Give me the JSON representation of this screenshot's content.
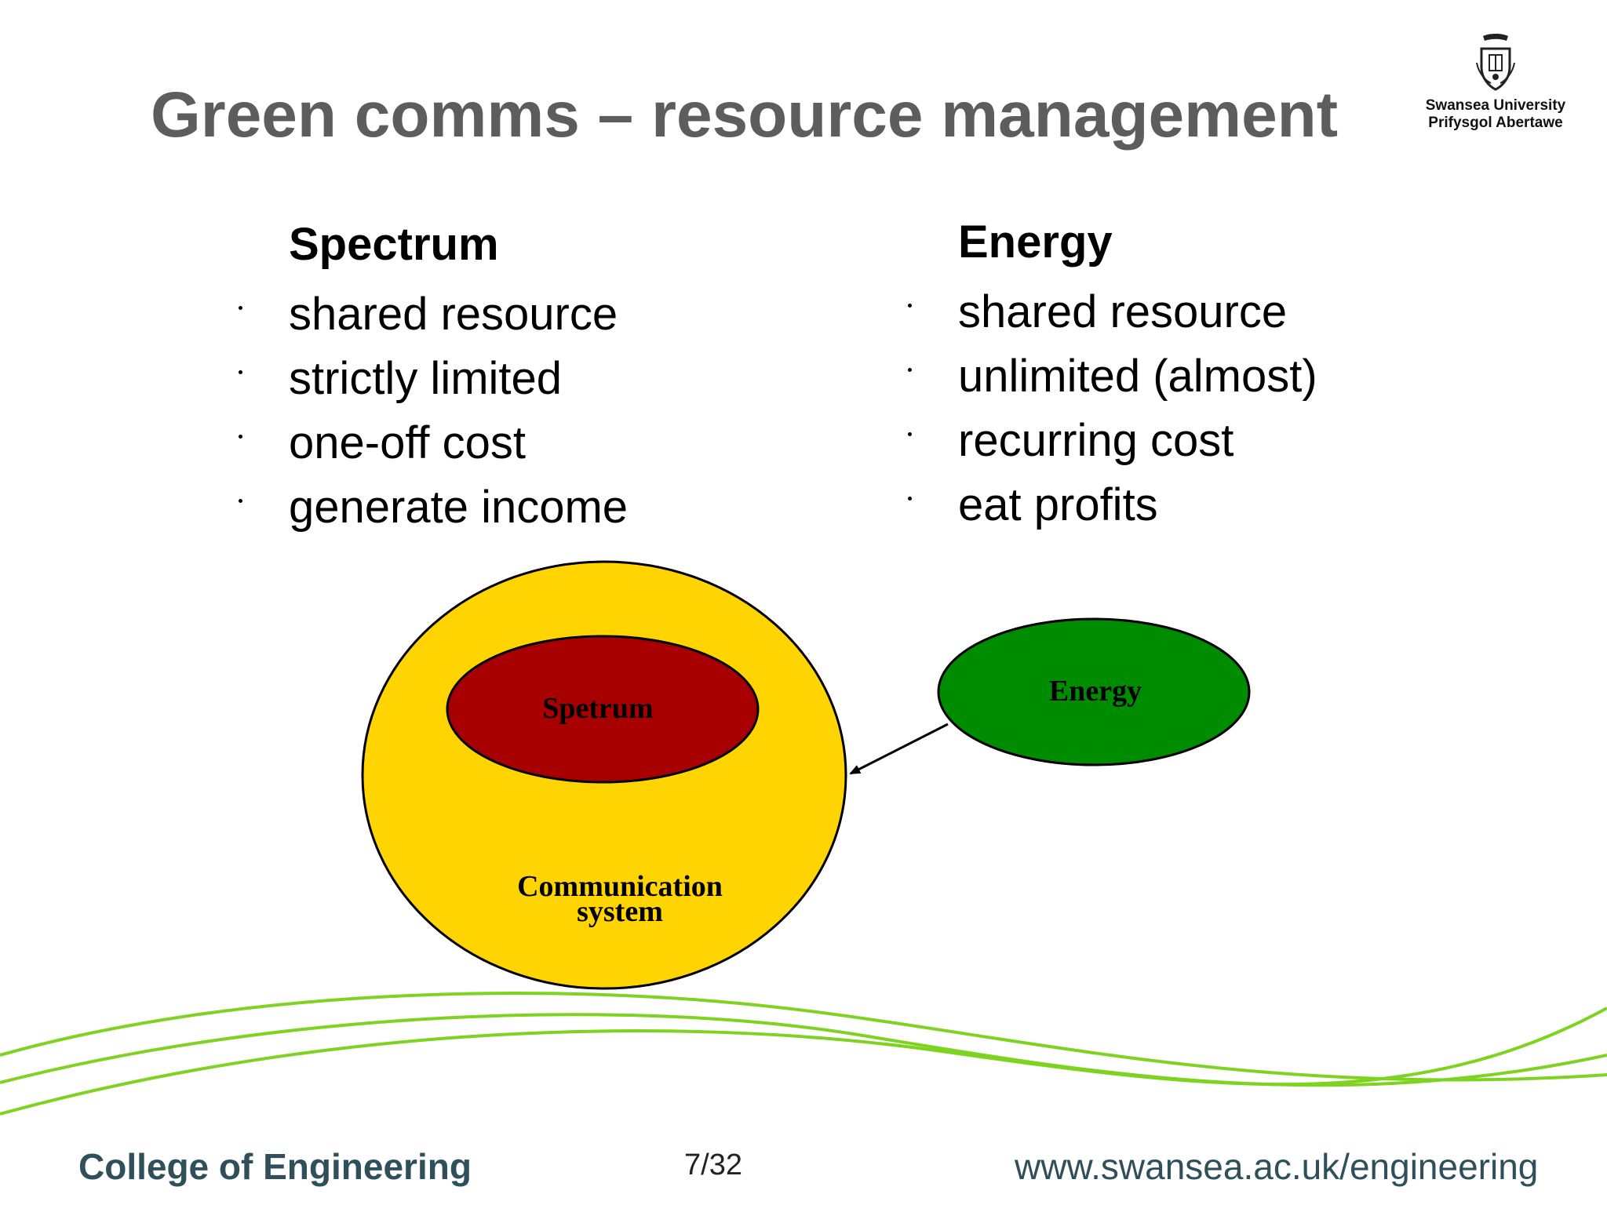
{
  "slide": {
    "title": "Green comms – resource management",
    "logo": {
      "line1": "Swansea University",
      "line2": "Prifysgol Abertawe",
      "icon": "university-crest-icon"
    },
    "left_column": {
      "heading": "Spectrum",
      "bullets": [
        "shared resource",
        "strictly limited",
        "one-off cost",
        "generate income"
      ]
    },
    "right_column": {
      "heading": "Energy",
      "bullets": [
        "shared resource",
        "unlimited (almost)",
        "recurring cost",
        "eat profits"
      ]
    },
    "diagram": {
      "outer_label_line1": "Communication",
      "outer_label_line2": "system",
      "inner_label": "Spetrum",
      "energy_label": "Energy",
      "colors": {
        "outer": "#ffd400",
        "inner": "#a80000",
        "energy": "#008c00",
        "waves": "#7ed321"
      }
    },
    "footer": {
      "left": "College of Engineering",
      "page": "7/32",
      "right": "www.swansea.ac.uk/engineering"
    }
  }
}
